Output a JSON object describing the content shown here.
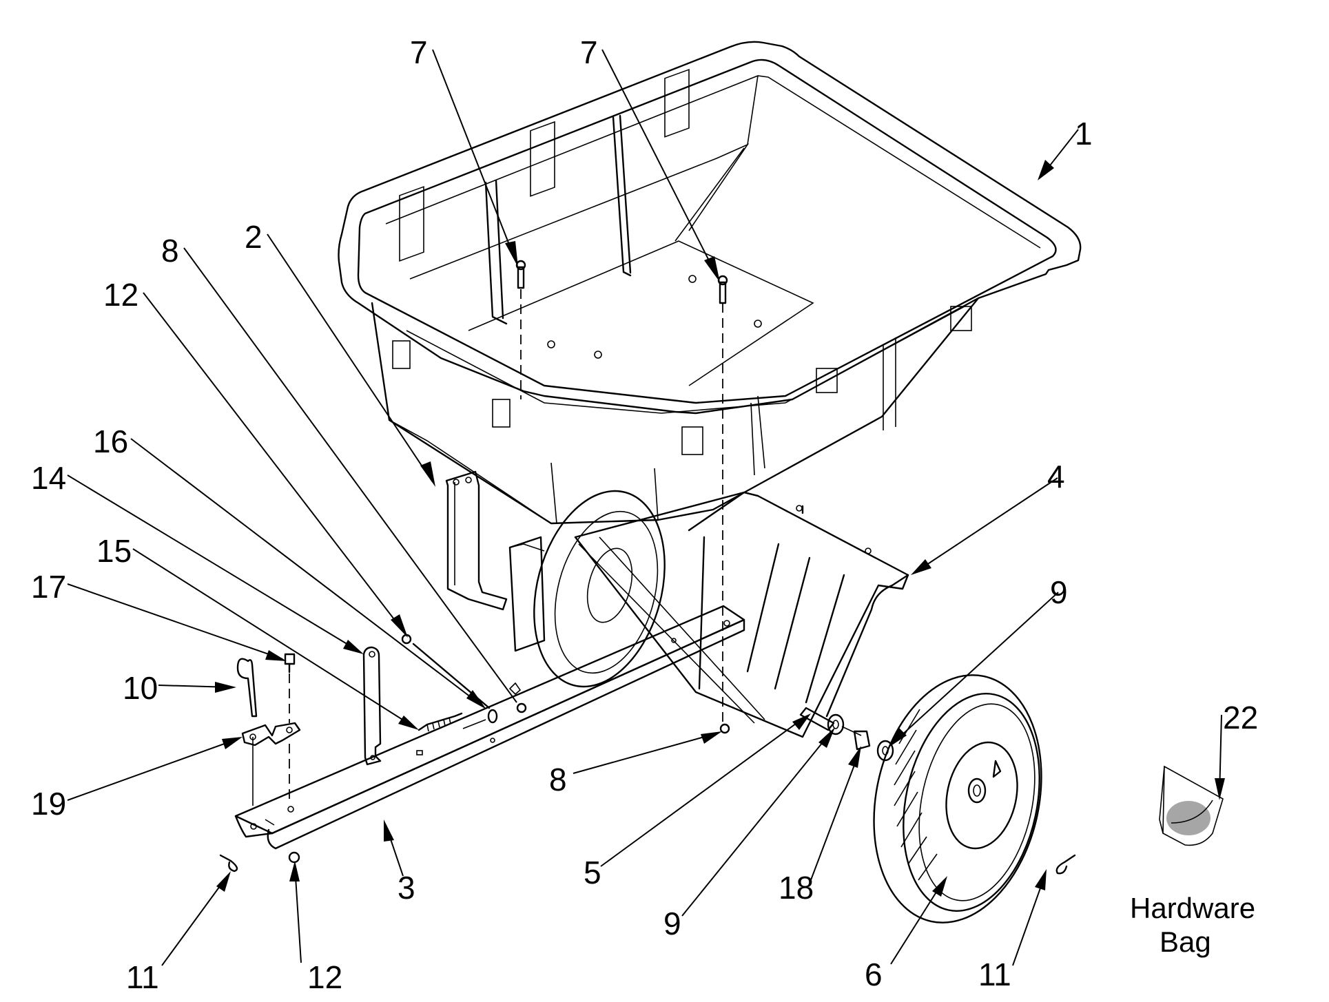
{
  "diagram": {
    "title": "Lawn cart exploded parts diagram",
    "callouts": [
      {
        "id": "c1",
        "label": "1"
      },
      {
        "id": "c2",
        "label": "2"
      },
      {
        "id": "c3",
        "label": "3"
      },
      {
        "id": "c4",
        "label": "4"
      },
      {
        "id": "c5",
        "label": "5"
      },
      {
        "id": "c6",
        "label": "6"
      },
      {
        "id": "c7a",
        "label": "7"
      },
      {
        "id": "c7b",
        "label": "7"
      },
      {
        "id": "c8a",
        "label": "8"
      },
      {
        "id": "c8b",
        "label": "8"
      },
      {
        "id": "c9a",
        "label": "9"
      },
      {
        "id": "c9b",
        "label": "9"
      },
      {
        "id": "c10",
        "label": "10"
      },
      {
        "id": "c11a",
        "label": "11"
      },
      {
        "id": "c11b",
        "label": "11"
      },
      {
        "id": "c12a",
        "label": "12"
      },
      {
        "id": "c12b",
        "label": "12"
      },
      {
        "id": "c14",
        "label": "14"
      },
      {
        "id": "c15",
        "label": "15"
      },
      {
        "id": "c16",
        "label": "16"
      },
      {
        "id": "c17",
        "label": "17"
      },
      {
        "id": "c18",
        "label": "18"
      },
      {
        "id": "c19",
        "label": "19"
      },
      {
        "id": "c22",
        "label": "22"
      }
    ],
    "hardware_bag": {
      "line1": "Hardware",
      "line2": "Bag"
    },
    "parts": [
      "tub",
      "tub-bracket",
      "tongue",
      "axle-frame",
      "axle",
      "wheel",
      "screw",
      "nut",
      "washer",
      "hitch-pin",
      "hairpin-clip",
      "bolt",
      "link-bar",
      "spring",
      "hitch-bolt",
      "spacer",
      "hitch-bracket",
      "hardware-bag"
    ]
  }
}
